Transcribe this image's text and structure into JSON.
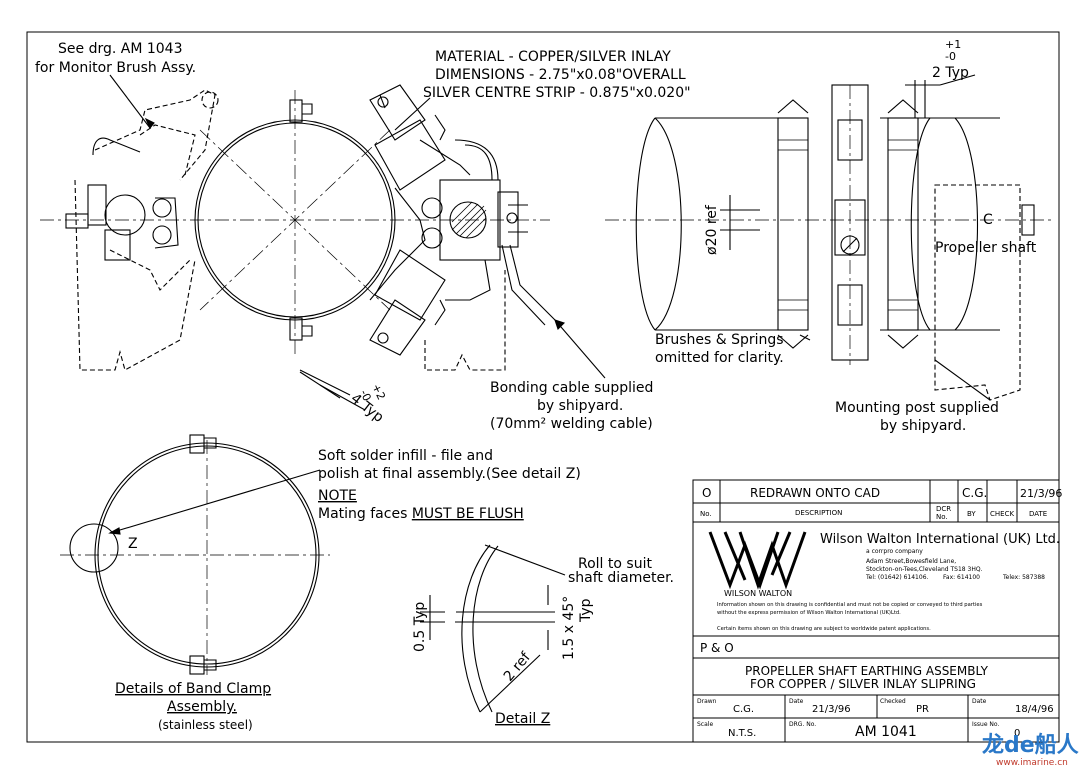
{
  "notes": {
    "see_drg_line1": "See drg. AM 1043",
    "see_drg_line2": "for Monitor Brush Assy.",
    "material_line1": "MATERIAL - COPPER/SILVER INLAY",
    "material_line2": "DIMENSIONS - 2.75\"x0.08\"OVERALL",
    "material_line3": "SILVER CENTRE STRIP - 0.875\"x0.020\"",
    "tol_plus": "+1",
    "tol_minus": "-0",
    "two_typ": "2 Typ",
    "ref_dia": "ø20 ref",
    "cl_mark": "C",
    "propeller_shaft": "Propeller shaft",
    "brushes_line1": "Brushes & Springs",
    "brushes_line2": "omitted for clarity.",
    "bonding_line1": "Bonding cable supplied",
    "bonding_line2": "by shipyard.",
    "bonding_line3": "(70mm² welding cable)",
    "mounting_line1": "Mounting post supplied",
    "mounting_line2": "by shipyard.",
    "tol2_plus": "+2",
    "tol2_minus": "-0",
    "four_typ": "4 Typ",
    "solder_line1": "Soft solder infill - file and",
    "solder_line2": "polish at final assembly.(See detail Z)",
    "note_heading": "NOTE",
    "mating_prefix": "Mating faces ",
    "mating_emph": "MUST BE FLUSH",
    "z_label": "Z",
    "band_clamp_line1": "Details of Band Clamp",
    "band_clamp_line2": "Assembly.",
    "band_clamp_line3": "(stainless steel)",
    "roll_line1": "Roll to suit",
    "roll_line2": "shaft diameter.",
    "dim_05": "0.5 Typ",
    "dim_15": "1.5 x 45°",
    "dim_15_typ": "Typ",
    "dim_2ref": "2 ref",
    "detail_z": "Detail Z"
  },
  "title_block": {
    "rev": {
      "no": "O",
      "description": "REDRAWN ONTO CAD",
      "by": "C.G.",
      "date": "21/3/96"
    },
    "rev_headers": {
      "no": "No.",
      "description": "DESCRIPTION",
      "dcr": "DCR",
      "dcr_no": "No.",
      "by": "BY",
      "check": "CHECK",
      "date": "DATE"
    },
    "company": {
      "name": "Wilson Walton International (UK) Ltd.",
      "tagline": "a corrpro company",
      "address1": "Adam Street,Bowesfield Lane,",
      "address2": "Stockton-on-Tees,Cleveland TS18 3HQ.",
      "tel": "Tel: (01642) 614106.",
      "fax": "Fax: 614100",
      "telex": "Telex: 587388",
      "logo_caption": "WILSON WALTON",
      "conf1": "Information shown on this drawing is confidential and must not be copied or conveyed to third parties",
      "conf2": "without the express permission of Wilson Walton International (UK)Ltd.",
      "patent": "Certain items shown on this drawing are subject to worldwide patent applications."
    },
    "client": "P & O",
    "title_line1": "PROPELLER SHAFT EARTHING ASSEMBLY",
    "title_line2": "FOR COPPER / SILVER INLAY SLIPRING",
    "drawn_label": "Drawn",
    "drawn": "C.G.",
    "date_label": "Date",
    "date": "21/3/96",
    "checked_label": "Checked",
    "checked": "PR",
    "date2_label": "Date",
    "date2": "18/4/96",
    "scale_label": "Scale",
    "scale": "N.T.S.",
    "drg_label": "DRG. No.",
    "drg_no": "AM 1041",
    "issue_label": "Issue No.",
    "issue_no": "0"
  },
  "watermark": {
    "text": "龙de船人",
    "url": "www.imarine.cn"
  }
}
